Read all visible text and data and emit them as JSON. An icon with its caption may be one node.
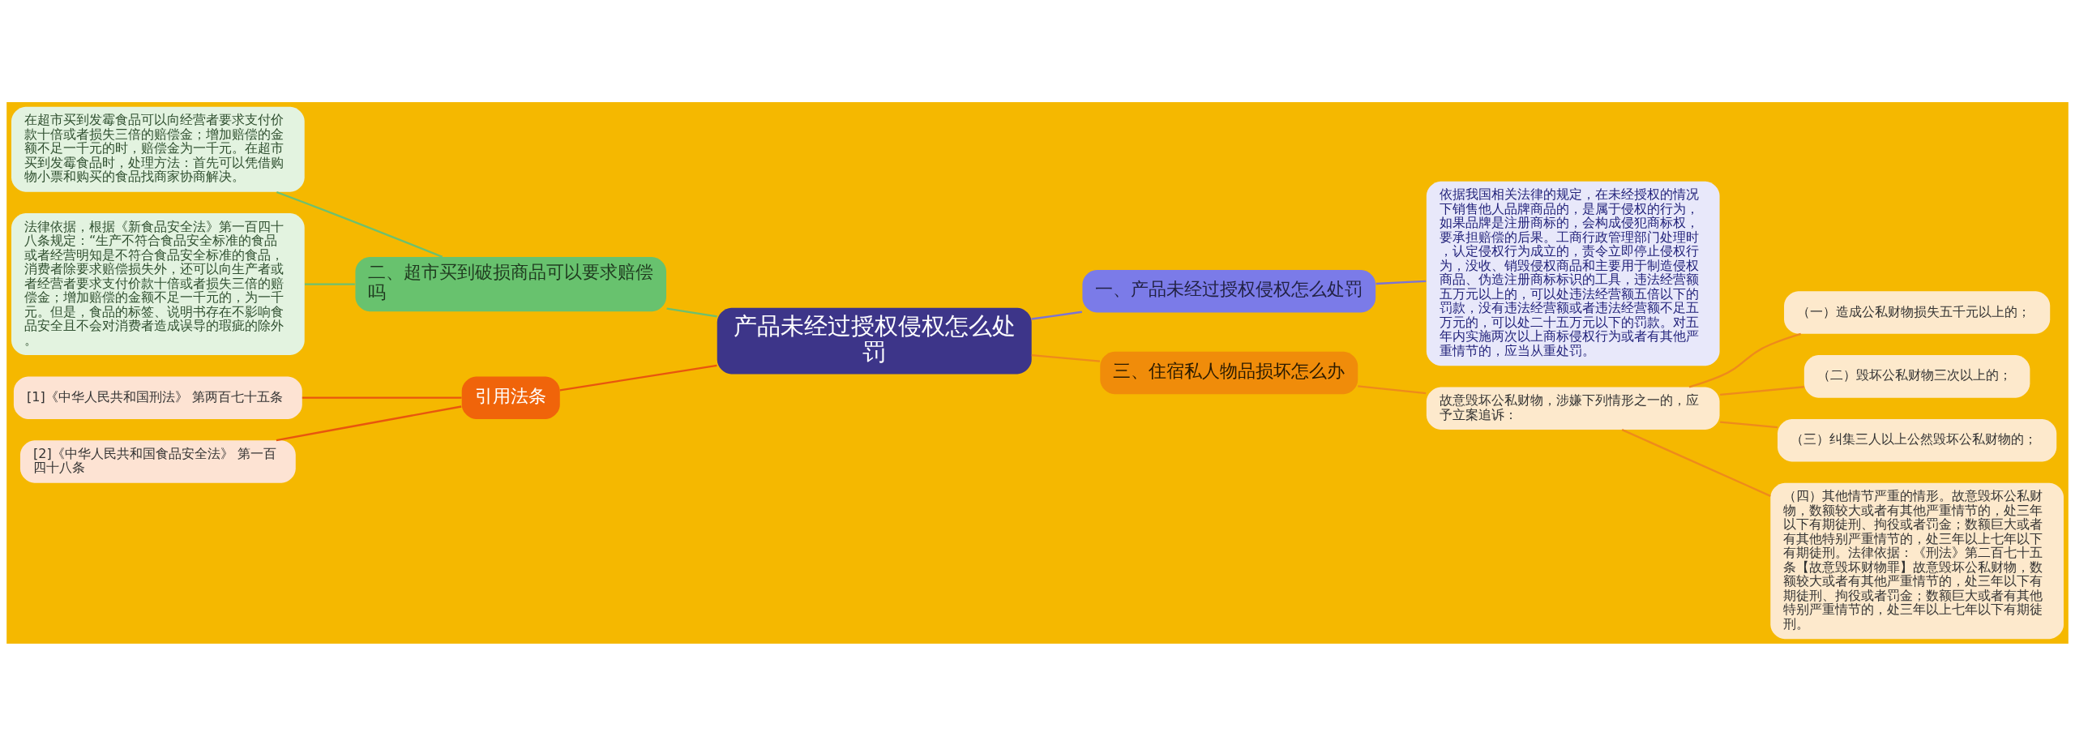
{
  "diagram": {
    "nodes": [
      {
        "text": [
          "产品未经过授权侵权怎么处罚"
        ]
      },
      {
        "text": [
          "一、产品未经过授权侵权怎么处罚"
        ]
      },
      {
        "text": [
          "依据我国相关法律的规定，在未经授权的情况下销售他人品牌商品的，是属于侵权的行为，如果品牌是注册商标的，会构成侵犯商标权，要承担赔偿的后果。工商行政管理部门处理时，认定侵权行为成立的，责令立即停止侵权行为，没收、销毁侵权商品和主要用于制造侵权商品、伪造注册商标标识的工具，违法经营额五万元以上的，可以处违法经营额五倍以下的罚款，没有违法经营额或者违法经营额不足五万元的，可以处二十五万元以下的罚款。对五年内实施两次以上商标侵权行为或者有其他严重情节的，应当从重处罚。"
        ]
      },
      {
        "text": [
          "二、超市买到破损商品可以要求赔偿吗"
        ]
      },
      {
        "text": [
          "在超市买到发霉食品可以向经营者要求支付价款十倍或者损失三倍的赔偿金；增加赔偿的金额不足一千元的时，赔偿金为一千元。在超市买到发霉食品时，处理方法：首先可以凭借购物小票和购买的食品找商家协商解决。"
        ]
      },
      {
        "text": [
          "法律依据，根据《新食品安全法》第一百四十八条规定：“生产不符合食品安全标准的食品或者经营明知是不符合食品安全标准的食品，消费者除要求赔偿损失外，还可以向生产者或者经营者要求支付价款十倍或者损失三倍的赔偿金；增加赔偿的金额不足一千元的，为一千元。但是，食品的标签、说明书存在不影响食品安全且不会对消费者造成误导的瑕疵的除外。"
        ]
      },
      {
        "text": [
          "引用法条"
        ]
      },
      {
        "text": [
          "[1]《中华人民共和国刑法》 第两百七十五条"
        ]
      },
      {
        "text": [
          "[2]《中华人民共和国食品安全法》 第一百四十八条"
        ]
      },
      {
        "text": [
          "三、住宿私人物品损坏怎么办"
        ]
      },
      {
        "text": [
          "故意毁坏公私财物，涉嫌下列情形之一的，应予立案追诉："
        ]
      },
      {
        "text": [
          "（一）造成公私财物损失五千元以上的；"
        ]
      },
      {
        "text": [
          "（二）毁坏公私财物三次以上的；"
        ]
      },
      {
        "text": [
          "（三）纠集三人以上公然毁坏公私财物的；"
        ]
      },
      {
        "text": [
          "（四）其他情节严重的情形。故意毁坏公私财物，数额较大或者有其他严重情节的，处三年以下有期徒刑、拘役或者罚金；数额巨大或者有其他特别严重情节的，处三年以上七年以下有期徒刑。法律依据：《刑法》第二百七十五条【故意毁坏财物罪】故意毁坏公私财物，数额较大或者有其他严重情节的，处三年以下有期徒刑、拘役或者罚金；数额巨大或者有其他特别严重情节的，处三年以上七年以下有期徒刑。"
        ]
      }
    ],
    "edges": [
      {
        "from": 0,
        "to": 1,
        "arrow": "none",
        "color": "#7b73d6"
      },
      {
        "from": 1,
        "to": 2,
        "arrow": "none",
        "color": "#7b73d6"
      },
      {
        "from": 0,
        "to": 3,
        "arrow": "none",
        "color": "#6cc070"
      },
      {
        "from": 3,
        "to": 4,
        "arrow": "none",
        "color": "#6cc070"
      },
      {
        "from": 3,
        "to": 5,
        "arrow": "none",
        "color": "#6cc070"
      },
      {
        "from": 0,
        "to": 6,
        "arrow": "none",
        "color": "#e8560e"
      },
      {
        "from": 6,
        "to": 7,
        "arrow": "none",
        "color": "#e8560e"
      },
      {
        "from": 6,
        "to": 8,
        "arrow": "none",
        "color": "#e8560e"
      },
      {
        "from": 0,
        "to": 9,
        "arrow": "none"
      },
      {
        "from": 9,
        "to": 10,
        "arrow": "none"
      },
      {
        "from": 10,
        "to": 11,
        "arrow": "none"
      },
      {
        "from": 10,
        "to": 12,
        "arrow": "none"
      },
      {
        "from": 10,
        "to": 13,
        "arrow": "none"
      },
      {
        "from": 10,
        "to": 14,
        "arrow": "none"
      }
    ]
  }
}
